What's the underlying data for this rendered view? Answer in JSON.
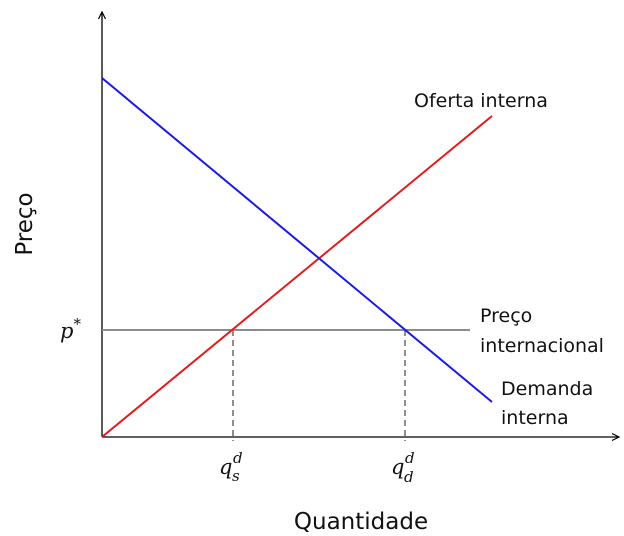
{
  "axes": {
    "x_label": "Quantidade",
    "y_label": "Preço",
    "color": "#000000"
  },
  "curves": {
    "supply": {
      "label": "Oferta interna",
      "color": "#e41a1c"
    },
    "demand": {
      "label_line1": "Demanda",
      "label_line2": "interna",
      "color": "#1a1ae6"
    },
    "world_price": {
      "label_line1": "Preço",
      "label_line2": "internacional",
      "color": "#8c8c8c"
    }
  },
  "markers": {
    "price": {
      "base": "p",
      "sup": "*"
    },
    "qs": {
      "base": "q",
      "sub": "s",
      "sup": "d"
    },
    "qd": {
      "base": "q",
      "sub": "d",
      "sup": "d"
    }
  }
}
